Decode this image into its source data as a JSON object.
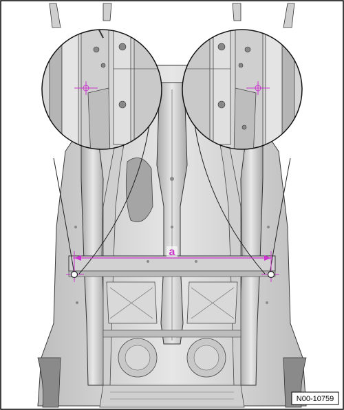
{
  "figure": {
    "dimension_label": "a",
    "figure_code": "N00-10759"
  },
  "colors": {
    "body_fill": "#dcdcdc",
    "body_dark": "#9a9a9a",
    "line": "#3a3a3a",
    "measure": "#cc33cc",
    "background": "#ffffff"
  },
  "elements": {
    "detail_views": [
      "detail-circle-left",
      "detail-circle-right"
    ],
    "measuring_points": [
      "measuring-point-left",
      "measuring-point-right"
    ]
  }
}
